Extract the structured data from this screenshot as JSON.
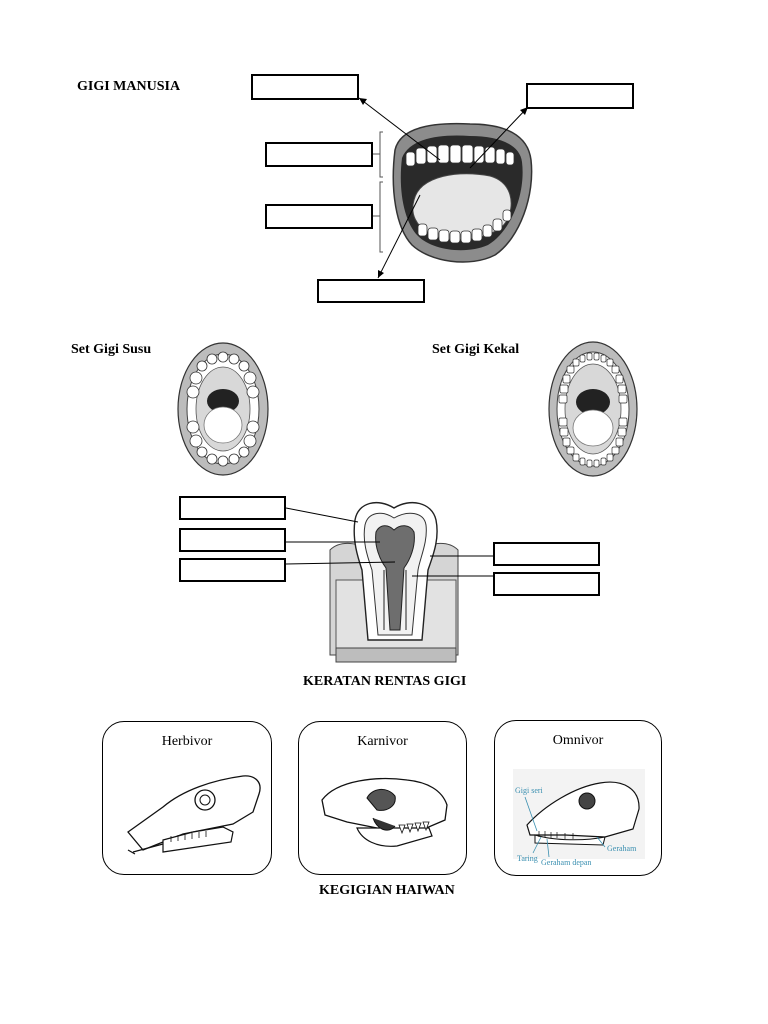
{
  "sections": {
    "human_teeth": {
      "title": "GIGI MANUSIA"
    },
    "milk_teeth": {
      "title": "Set Gigi Susu"
    },
    "permanent_teeth": {
      "title": "Set Gigi Kekal"
    },
    "cross_section": {
      "title": "KERATAN RENTAS GIGI"
    },
    "animal_teeth": {
      "title": "KEGIGIAN HAIWAN",
      "cards": [
        {
          "label": "Herbivor"
        },
        {
          "label": "Karnivor"
        },
        {
          "label": "Omnivor"
        }
      ],
      "omnivore_labels": {
        "incisor": "Gigi seri",
        "canine": "Taring",
        "premolar": "Geraham depan",
        "molar": "Geraham"
      }
    }
  },
  "colors": {
    "line": "#000000",
    "gum": "#b9b9b9",
    "tooth": "#ffffff",
    "annotation": "#3a8fb0"
  }
}
